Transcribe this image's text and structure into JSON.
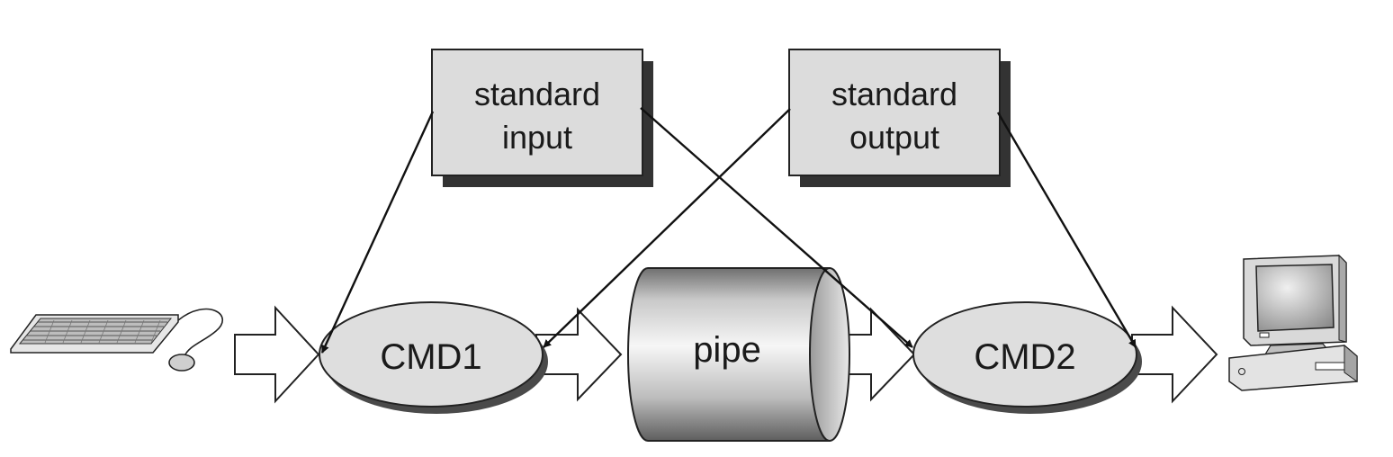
{
  "boxes": {
    "stdin": {
      "line1": "standard",
      "line2": "input"
    },
    "stdout": {
      "line1": "standard",
      "line2": "output"
    }
  },
  "nodes": {
    "cmd1": "CMD1",
    "cmd2": "CMD2",
    "pipe": "pipe"
  },
  "icons": {
    "input_device": "keyboard-and-mouse-icon",
    "output_device": "computer-monitor-icon"
  }
}
